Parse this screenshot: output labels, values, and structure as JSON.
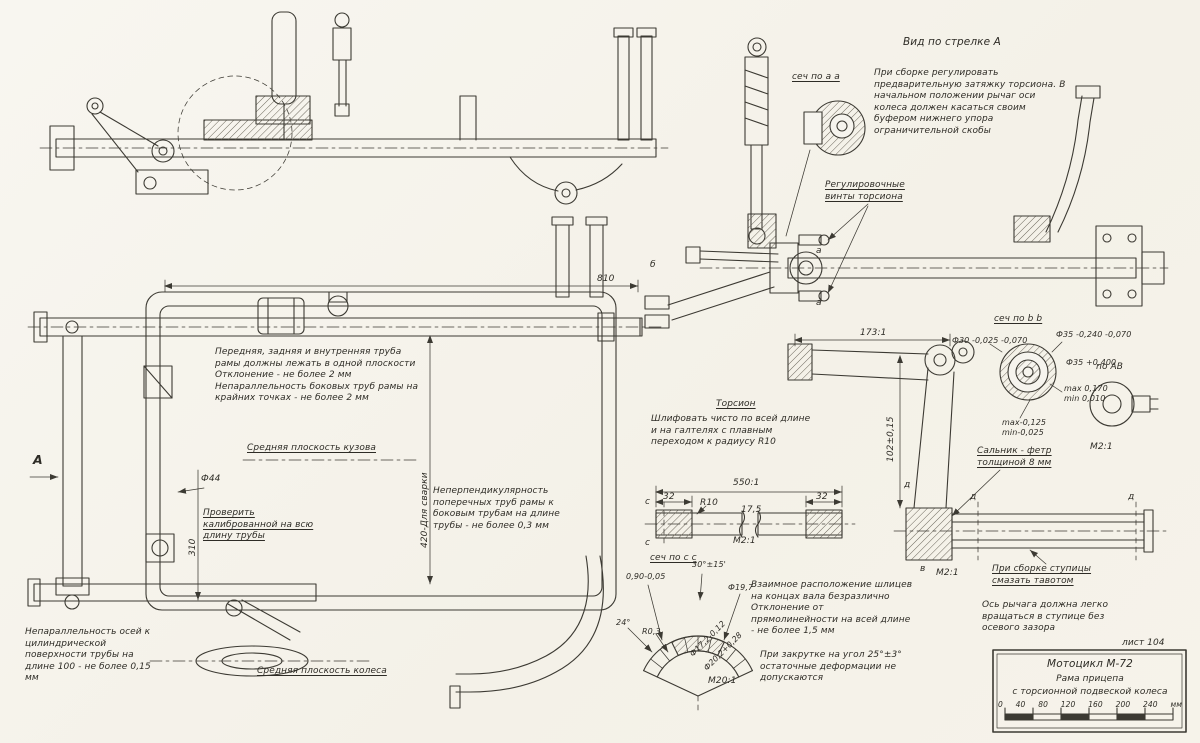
{
  "frame_view": {
    "note_alignment": "Передняя, задняя и внутренняя труба рамы должны лежать в одной плоскости Отклонение - не более 2 мм Непараллельность боковых труб рамы на крайних точках - не более 2 мм",
    "mid_plane_body": "Средняя плоскость кузова",
    "dia44": "Ф44",
    "check_tube": "Проверить калиброванной на всю длину трубы",
    "note_perpendicular": "Неперпендикулярность поперечных труб рамы к боковым трубам на длине трубы - не более 0,3 мм",
    "note_parallel_axes": "Непараллельность осей к цилиндрической поверхности трубы на длине 100 - не более 0,15 мм",
    "mid_plane_wheel": "Средняя плоскость колеса",
    "dim_810": "810",
    "dim_420": "420-Для сварки",
    "dim_310": "310",
    "section_arrow": "А"
  },
  "rear_view": {
    "title": "Вид по стрелке А",
    "section_aa": "сеч по а а",
    "assembly_note": "При сборке регулировать предварительную затяжку торсиона. В начальном положении рычаг оси колеса должен касаться своим буфером нижнего упора ограничительной скобы",
    "adjust_screws": "Регулировочные винты торсиона",
    "mark_a_top": "а",
    "mark_a_bottom": "а",
    "mark_b": "б"
  },
  "section_bb": {
    "title": "сеч по b b",
    "dim_173": "173:1",
    "dia30": "Ф30 -0,025 -0,070",
    "dia35_outer": "Ф35 -0,240 -0,070",
    "dia35_inner": "Ф35 +0,400",
    "max_min_1": "max 0,170\nmin 0,010",
    "max_min_2": "max-0,125\nmin-0,025",
    "view_ab": "по АВ",
    "scale_ab": "М2:1"
  },
  "lever": {
    "seal_note": "Сальник - фетр толщиной 8 мм",
    "dim_102": "102±0,15",
    "mark_d": "д",
    "mark_v": "в",
    "scale": "М2:1",
    "shaft_mark_left": "д",
    "shaft_mark_right": "д"
  },
  "torsion": {
    "title": "Торсион",
    "grind_note": "Шлифовать чисто по всей длине и на галтелях с плавным переходом к радиусу R10",
    "dim_550": "550:1",
    "dim_32_left": "32",
    "dim_32_right": "32",
    "dim_r10": "R10",
    "dim_175": "17,5",
    "scale": "М2:1",
    "mark_c_top": "с",
    "mark_c_bottom": "с"
  },
  "section_cc": {
    "title": "сеч по с с",
    "dim_090": "0,90-0,05",
    "dim_30deg": "30°±15'",
    "dia_197": "Ф19,7",
    "dia_172": "Ф17,2-0,12",
    "dia_202": "Ф20,2+0,28",
    "dim_24deg": "24°",
    "dim_r03": "R0,3",
    "scale": "М20:1",
    "spline_note": "Взаимное расположение шлицев на концах вала безразлично Отклонение от прямолинейности на всей длине - не более 1,5 мм",
    "twist_note": "При закрутке на угол 25°±3° остаточные деформации не допускаются"
  },
  "assembly_notes": {
    "hub_note": "При сборке ступицы смазать тавотом",
    "axis_note": "Ось рычага должна легко вращаться в ступице без осевого зазора",
    "sheet": "лист 104"
  },
  "title_block": {
    "line1": "Мотоцикл М-72",
    "line2": "Рама прицепа",
    "line3": "с торсионной подвеской колеса",
    "ruler": [
      "0",
      "40",
      "80",
      "120",
      "160",
      "200",
      "240",
      "мм"
    ]
  }
}
